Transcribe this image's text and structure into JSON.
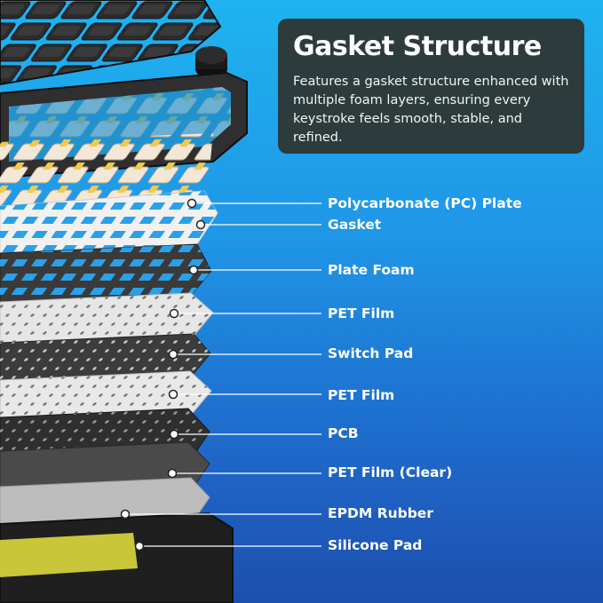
{
  "info": {
    "title": "Gasket Structure",
    "description": "Features a gasket structure enhanced with multiple foam layers, ensuring every keystroke feels smooth, stable, and refined."
  },
  "layers": [
    {
      "label": "Polycarbonate (PC) Plate"
    },
    {
      "label": "Gasket"
    },
    {
      "label": "Plate Foam"
    },
    {
      "label": "PET Film"
    },
    {
      "label": "Switch Pad"
    },
    {
      "label": "PET Film"
    },
    {
      "label": "PCB"
    },
    {
      "label": "PET Film (Clear)"
    },
    {
      "label": "EPDM Rubber"
    },
    {
      "label": "Silicone Pad"
    }
  ],
  "colors": {
    "background_top": "#1fb3f0",
    "background_bottom": "#1d4fae",
    "info_box": "#2d3b3c",
    "text": "#ffffff"
  }
}
